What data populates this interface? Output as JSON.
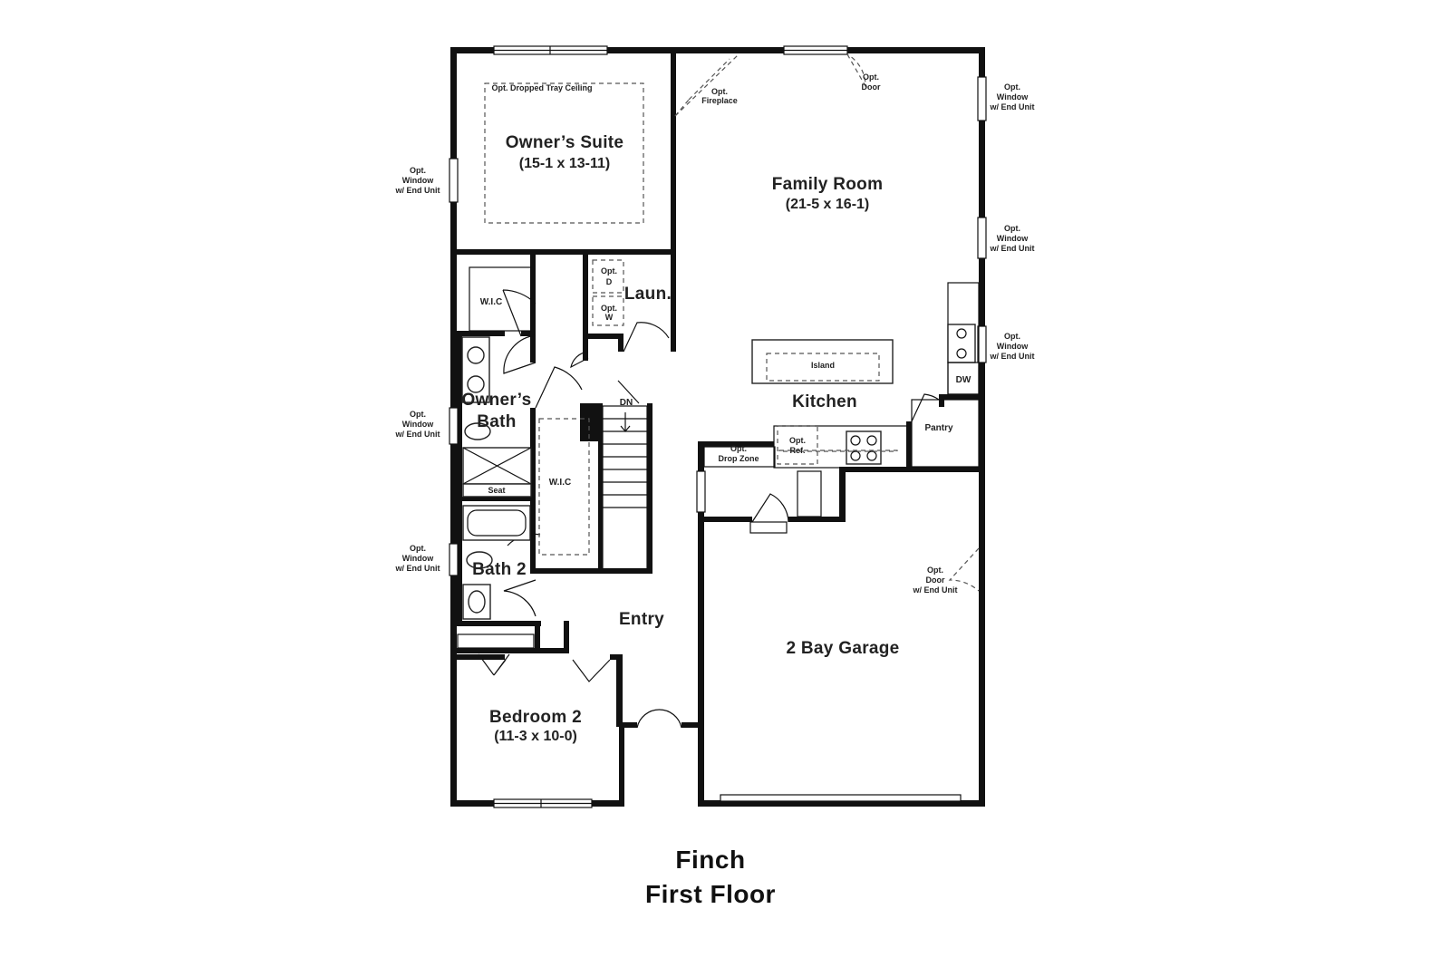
{
  "plan": {
    "title": "Finch",
    "subtitle": "First Floor"
  },
  "rooms": {
    "owners_suite": {
      "name": "Owner’s Suite",
      "size": "(15-1 x 13-11)",
      "note": "Opt. Dropped Tray Ceiling"
    },
    "family_room": {
      "name": "Family Room",
      "size": "(21-5 x 16-1)"
    },
    "kitchen": {
      "name": "Kitchen",
      "island": "Island"
    },
    "laundry": {
      "name": "Laun.",
      "dryer": [
        "Opt.",
        "D"
      ],
      "washer": [
        "Opt.",
        "W"
      ]
    },
    "owners_bath": {
      "line1": "Owner’s",
      "line2": "Bath",
      "seat": "Seat"
    },
    "bath2": {
      "name": "Bath 2"
    },
    "wic_top": {
      "name": "W.I.C"
    },
    "wic_mid": {
      "name": "W.I.C"
    },
    "entry": {
      "name": "Entry"
    },
    "bedroom2": {
      "name": "Bedroom 2",
      "size": "(11-3 x 10-0)"
    },
    "garage": {
      "name": "2 Bay Garage"
    },
    "pantry": {
      "name": "Pantry"
    },
    "dishwasher": {
      "name": "DW"
    },
    "stairs": {
      "name": "DN"
    }
  },
  "options": {
    "fireplace": [
      "Opt.",
      "Fireplace"
    ],
    "door_top": [
      "Opt.",
      "Door"
    ],
    "window_right_1": [
      "Opt.",
      "Window",
      "w/ End Unit"
    ],
    "window_right_2": [
      "Opt.",
      "Window",
      "w/ End Unit"
    ],
    "window_right_3": [
      "Opt.",
      "Window",
      "w/ End Unit"
    ],
    "window_left_1": [
      "Opt.",
      "Window",
      "w/ End Unit"
    ],
    "window_left_2": [
      "Opt.",
      "Window",
      "w/ End Unit"
    ],
    "window_left_3": [
      "Opt.",
      "Window",
      "w/ End Unit"
    ],
    "refrigerator": [
      "Opt.",
      "Ref."
    ],
    "drop_zone": [
      "Opt.",
      "Drop Zone"
    ],
    "garage_door": [
      "Opt.",
      "Door",
      "w/ End Unit"
    ]
  }
}
